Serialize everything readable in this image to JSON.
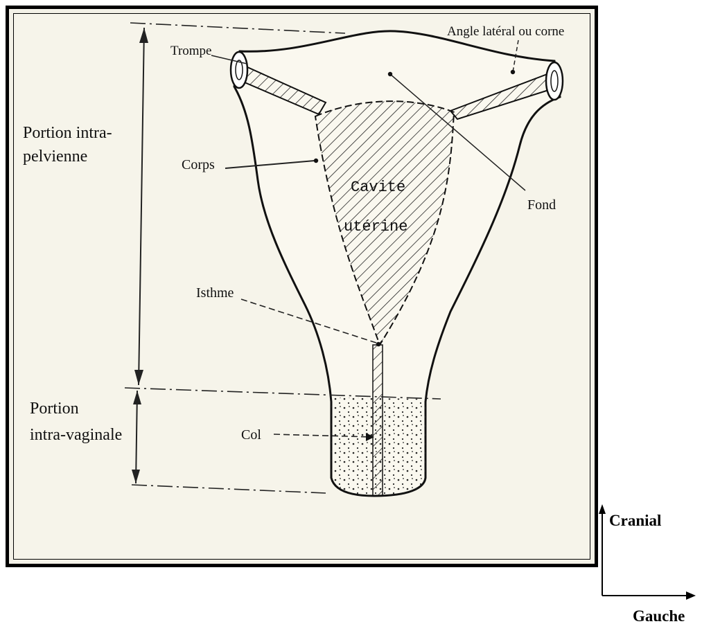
{
  "labels": {
    "angle": "Angle latéral ou corne",
    "trompe": "Trompe",
    "portion_pelvienne_line1": "Portion intra-",
    "portion_pelvienne_line2": "pelvienne",
    "corps": "Corps",
    "cavite_line1": "Cavité",
    "cavite_line2": "utérine",
    "fond": "Fond",
    "isthme": "Isthme",
    "portion_vaginale_line1": "Portion",
    "portion_vaginale_line2": "intra-vaginale",
    "col": "Col"
  },
  "orientation": {
    "up": "Cranial",
    "right": "Gauche"
  }
}
